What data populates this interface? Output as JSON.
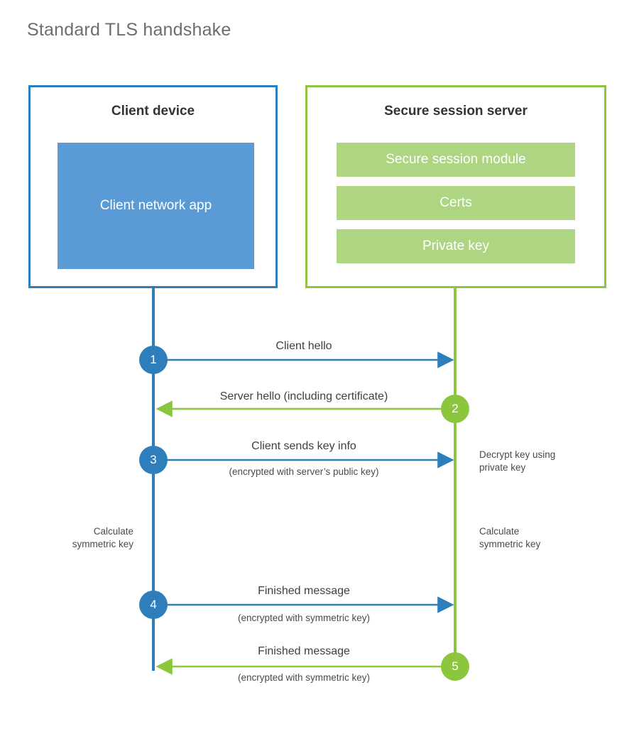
{
  "title": "Standard TLS handshake",
  "colors": {
    "client_blue": "#2e7ebb",
    "client_app_fill": "#5b9bd5",
    "server_green": "#8cc63e",
    "server_bar_fill": "#aed581",
    "text_dark": "#333333",
    "text_body": "#4a4a4a",
    "title_gray": "#6d6d6d",
    "background": "#ffffff"
  },
  "panels": {
    "client": {
      "title": "Client device",
      "app_label": "Client network app"
    },
    "server": {
      "title": "Secure session server",
      "modules": [
        {
          "label": "Secure session module"
        },
        {
          "label": "Certs"
        },
        {
          "label": "Private key"
        }
      ]
    }
  },
  "steps": [
    {
      "number": "1",
      "origin": "client",
      "direction": "to-server",
      "label": "Client hello",
      "sublabel": ""
    },
    {
      "number": "2",
      "origin": "server",
      "direction": "to-client",
      "label": "Server hello (including certificate)",
      "sublabel": ""
    },
    {
      "number": "3",
      "origin": "client",
      "direction": "to-server",
      "label": "Client sends key info",
      "sublabel": "(encrypted with server’s public key)"
    },
    {
      "number": "4",
      "origin": "client",
      "direction": "to-server",
      "label": "Finished message",
      "sublabel": "(encrypted with symmetric key)"
    },
    {
      "number": "5",
      "origin": "server",
      "direction": "to-client",
      "label": "Finished message",
      "sublabel": "(encrypted with symmetric key)"
    }
  ],
  "annotations": {
    "server_decrypt": "Decrypt key using\nprivate key",
    "client_calculate": "Calculate\nsymmetric key",
    "server_calculate": "Calculate\nsymmetric key"
  }
}
